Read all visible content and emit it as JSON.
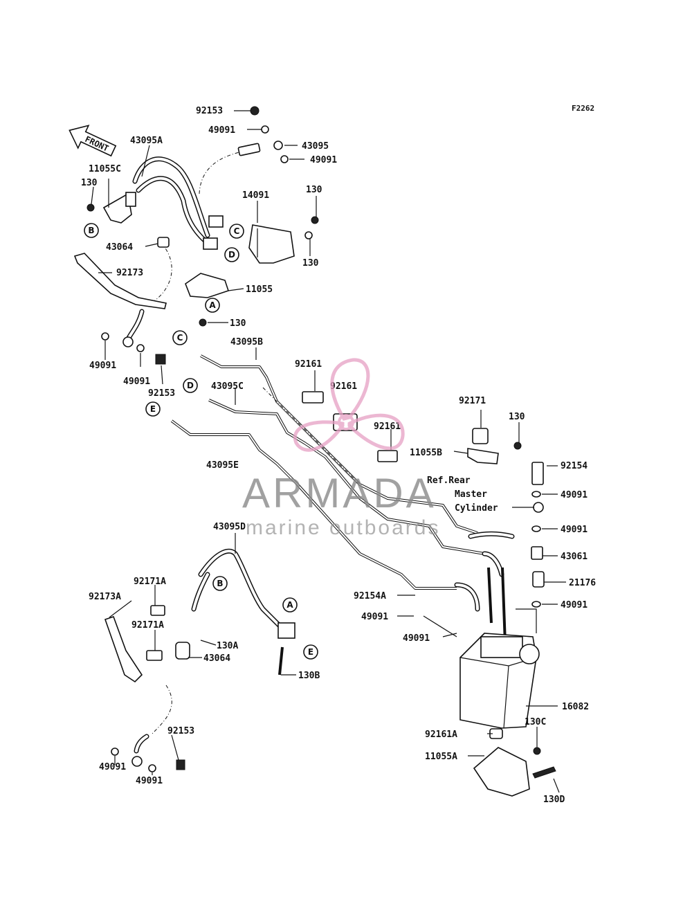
{
  "diagram_code": "F2262",
  "front_arrow": "FRONT",
  "labels": {
    "l_92153_top": "92153",
    "l_49091_a": "49091",
    "l_43095": "43095",
    "l_49091_b": "49091",
    "l_43095A": "43095A",
    "l_11055C": "11055C",
    "l_130_a": "130",
    "l_14091": "14091",
    "l_130_b": "130",
    "l_130_c": "130",
    "l_43064_a": "43064",
    "l_92173": "92173",
    "l_11055": "11055",
    "l_130_d": "130",
    "l_49091_c": "49091",
    "l_49091_d": "49091",
    "l_92153_mid": "92153",
    "l_43095B": "43095B",
    "l_92161_a": "92161",
    "l_92161_b": "92161",
    "l_43095C": "43095C",
    "l_92161_c": "92161",
    "l_92171": "92171",
    "l_130_e": "130",
    "l_11055B": "11055B",
    "l_43095E": "43095E",
    "l_92154": "92154",
    "l_ref1": "Ref.Rear",
    "l_ref2": "Master",
    "l_ref3": "Cylinder",
    "l_49091_e": "49091",
    "l_43095D": "43095D",
    "l_49091_f": "49091",
    "l_43061": "43061",
    "l_92171A_a": "92171A",
    "l_21176": "21176",
    "l_92173A": "92173A",
    "l_92154A": "92154A",
    "l_49091_g": "49091",
    "l_92171A_b": "92171A",
    "l_130A": "130A",
    "l_43064_b": "43064",
    "l_49091_h": "49091",
    "l_130B": "130B",
    "l_16082": "16082",
    "l_92161A": "92161A",
    "l_130C": "130C",
    "l_92153_bot": "92153",
    "l_11055A": "11055A",
    "l_49091_i": "49091",
    "l_130D": "130D",
    "l_49091_j": "49091"
  },
  "connectors": {
    "A1": "A",
    "B1": "B",
    "C1": "C",
    "D1": "D",
    "C2": "C",
    "D2": "D",
    "E2": "E",
    "B3": "B",
    "A3": "A",
    "E3": "E"
  },
  "watermark": {
    "brand": "ARMADA",
    "tagline": "marine outboards",
    "logo_color": "#e6a0c4"
  }
}
